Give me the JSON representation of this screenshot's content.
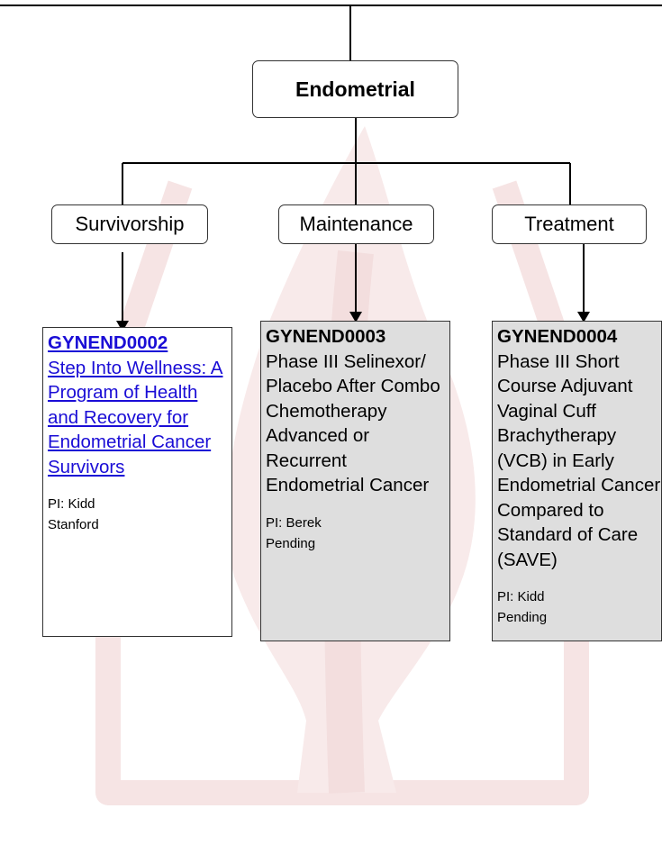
{
  "colors": {
    "link": "#1a0dd6",
    "card_grey": "#dedede",
    "watermark": "#f6e4e4",
    "line": "#000000"
  },
  "root": {
    "label": "Endometrial"
  },
  "categories": [
    {
      "label": "Survivorship"
    },
    {
      "label": "Maintenance"
    },
    {
      "label": "Treatment"
    }
  ],
  "trials": [
    {
      "code": "GYNEND0002",
      "title": "Step Into Wellness: A Program of Health and Recovery for Endometrial Cancer Survivors",
      "pi": "PI: Kidd",
      "site": "Stanford",
      "linked": true
    },
    {
      "code": "GYNEND0003",
      "title": "Phase III Selinexor/ Placebo After Combo Chemotherapy Advanced or Recurrent Endometrial Cancer",
      "pi": "PI: Berek",
      "site": "Pending",
      "linked": false
    },
    {
      "code": "GYNEND0004",
      "title": "Phase III Short Course Adjuvant Vaginal Cuff Brachytherapy (VCB) in Early Endometrial Cancer Compared to Standard of Care (SAVE)",
      "pi": "PI: Kidd",
      "site": "Pending",
      "linked": false
    }
  ]
}
